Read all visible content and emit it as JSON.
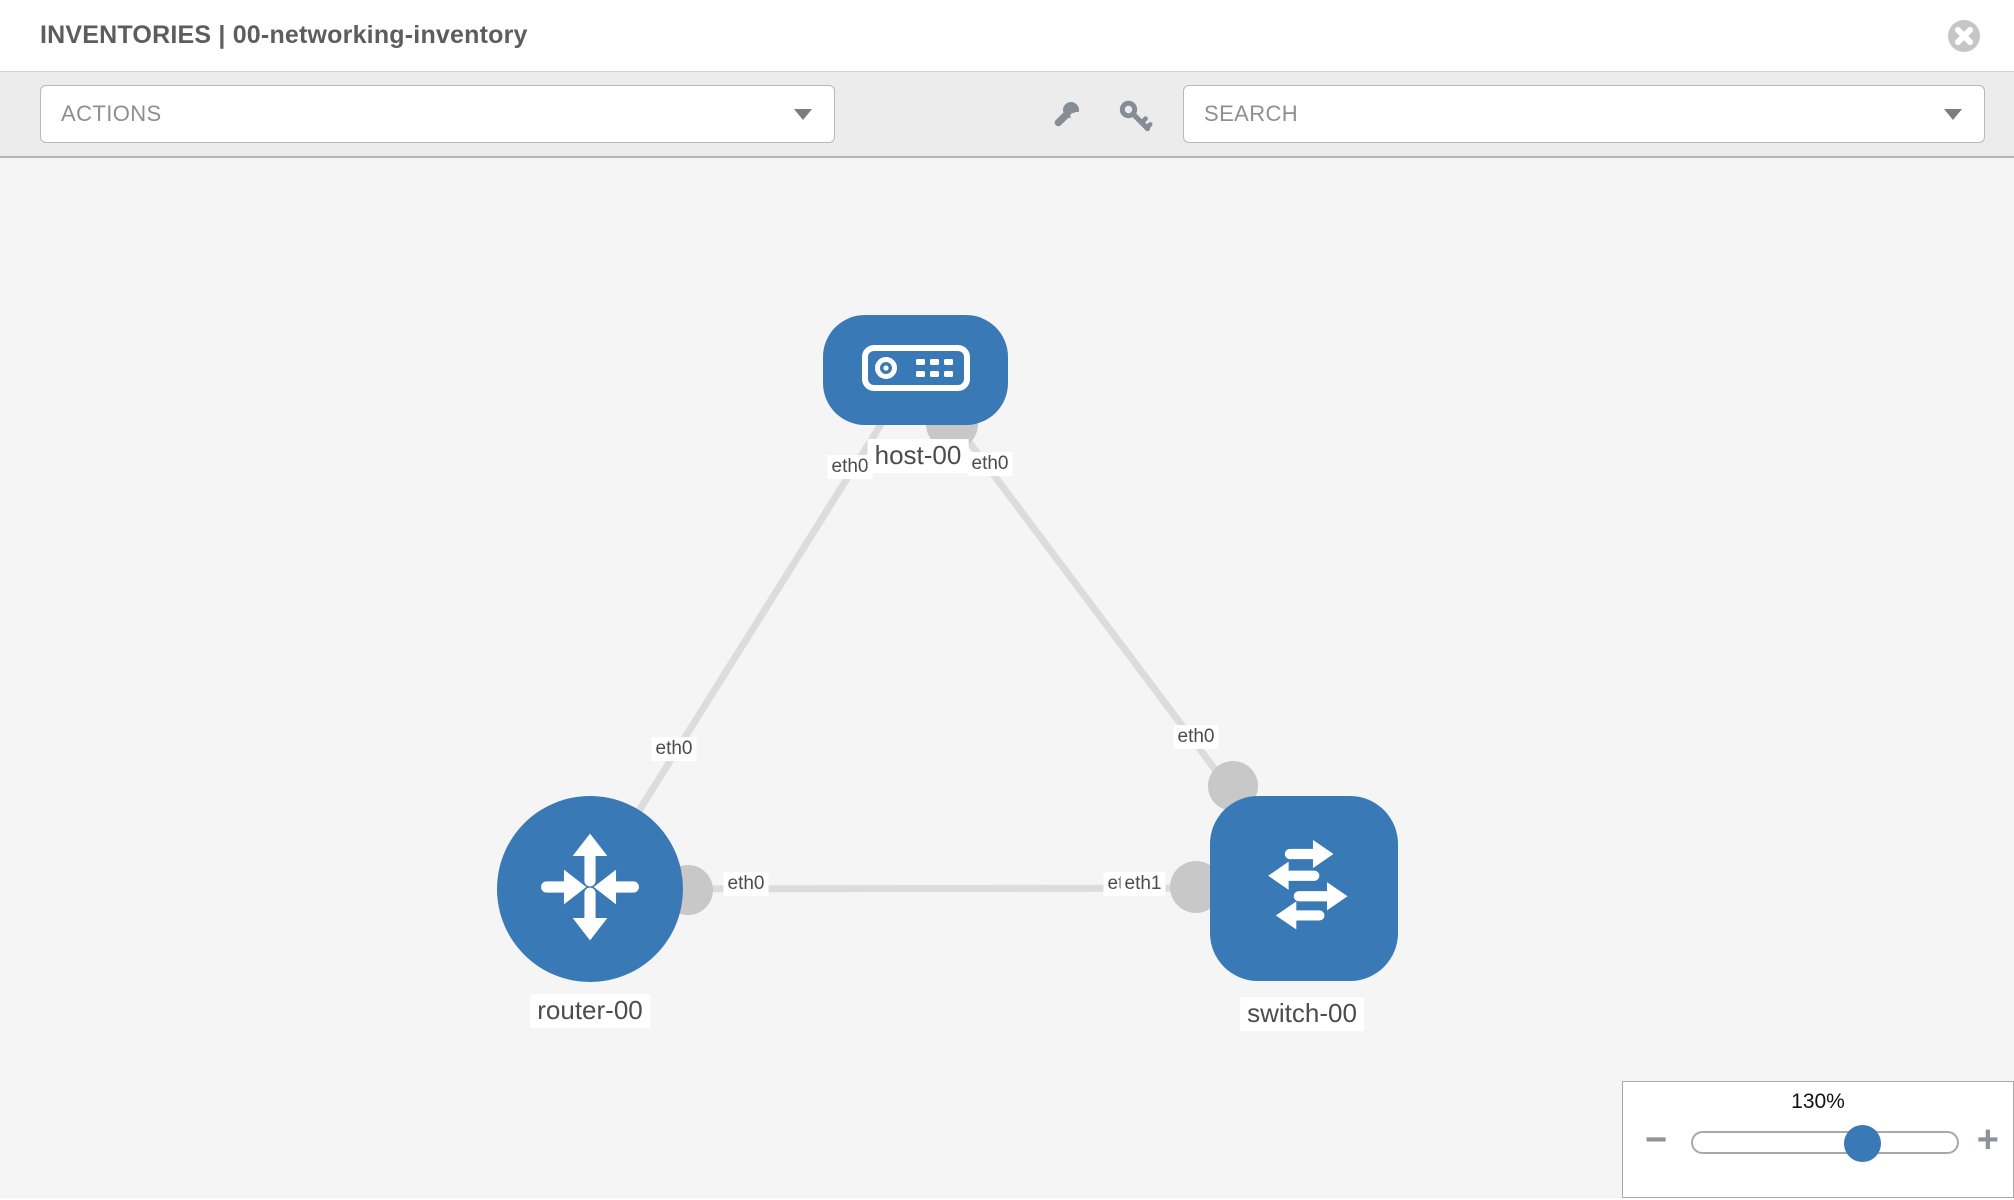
{
  "header": {
    "title": "INVENTORIES | 00-networking-inventory"
  },
  "toolbar": {
    "actions_label": "ACTIONS",
    "search_placeholder": "SEARCH",
    "icons": [
      "wrench-icon",
      "key-icon"
    ]
  },
  "canvas": {
    "nodes": [
      {
        "id": "host-00",
        "label": "host-00",
        "type": "host",
        "icon": "server-icon"
      },
      {
        "id": "router-00",
        "label": "router-00",
        "type": "router",
        "icon": "router-arrows-icon"
      },
      {
        "id": "switch-00",
        "label": "switch-00",
        "type": "switch",
        "icon": "switch-arrows-icon"
      }
    ],
    "links": [
      {
        "from": "host-00",
        "to": "router-00",
        "from_iface": "eth0",
        "to_iface": "eth0"
      },
      {
        "from": "host-00",
        "to": "switch-00",
        "from_iface": "eth0",
        "to_iface": "eth0"
      },
      {
        "from": "router-00",
        "to": "switch-00",
        "from_iface": "eth0",
        "to_iface": "eth1"
      }
    ],
    "iface_labels": {
      "host_router_host_end": "eth0",
      "host_switch_host_end": "eth0",
      "host_router_router_end": "eth0",
      "host_switch_switch_end": "eth0",
      "router_switch_router_end": "eth0",
      "router_switch_switch_end_back": "eth0",
      "router_switch_switch_end_front": "eth1"
    }
  },
  "zoom_control": {
    "value": "130%",
    "minus": "−",
    "plus": "+",
    "slider_position_pct": 64
  },
  "colors": {
    "node_blue": "#3879b6",
    "link_gray": "#dcdcdc",
    "port_gray": "#c8c8c8",
    "toolbar_bg": "#ececec",
    "canvas_bg": "#f5f5f6"
  }
}
